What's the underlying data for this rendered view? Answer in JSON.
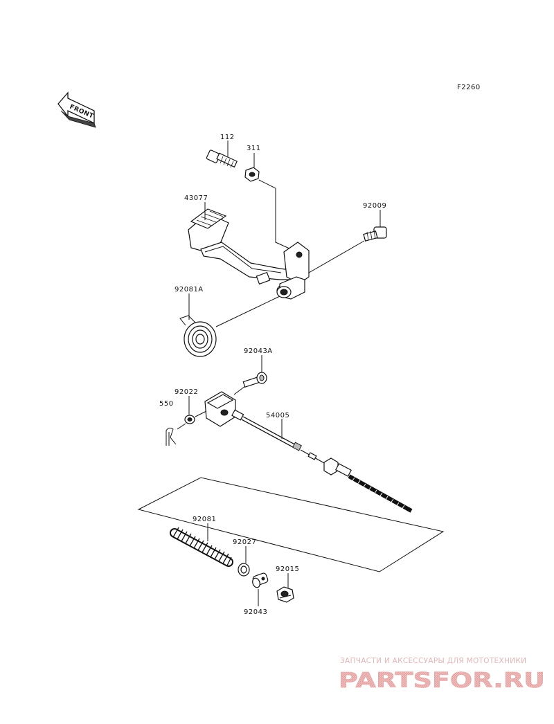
{
  "figure_code": "F2260",
  "front_arrow_label": "FRONT",
  "parts": [
    {
      "id": "p112",
      "number": "112"
    },
    {
      "id": "p311",
      "number": "311"
    },
    {
      "id": "p43077",
      "number": "43077"
    },
    {
      "id": "p92009",
      "number": "92009"
    },
    {
      "id": "p92081A",
      "number": "92081A"
    },
    {
      "id": "p92043A",
      "number": "92043A"
    },
    {
      "id": "p92022",
      "number": "92022"
    },
    {
      "id": "p550",
      "number": "550"
    },
    {
      "id": "p54005",
      "number": "54005"
    },
    {
      "id": "p92081",
      "number": "92081"
    },
    {
      "id": "p92027",
      "number": "92027"
    },
    {
      "id": "p92015",
      "number": "92015"
    },
    {
      "id": "p92043",
      "number": "92043"
    }
  ],
  "watermark": {
    "tagline": "ЗАПЧАСТИ И АКСЕССУАРЫ ДЛЯ МОТОТЕХНИКИ",
    "logo_text": "PARTSFOR.RU",
    "color": "#e8a9a9"
  }
}
